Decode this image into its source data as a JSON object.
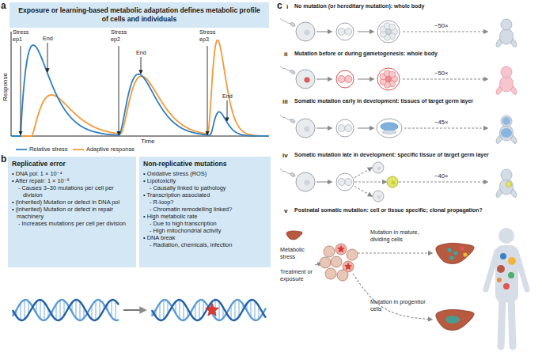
{
  "diagram": {
    "nodes": [
      {
        "text": [
          "Exposure or learning-based metabolic adaptation defines metabolic profile of cells and individuals"
        ]
      },
      {
        "text": [
          "Replicative error",
          "• DNA pol: 1 × 10⁻⁴",
          "• After repair: 1 × 10⁻⁸",
          "- Causes 3–30 mutations per cell per division",
          "• (inherited) Mutation or defect in DNA pol",
          "• (inherited) Mutation or defect in repair machinery",
          "- Increases mutations per cell per division"
        ]
      },
      {
        "text": [
          "Non-replicative mutations",
          "• Oxidative stress (ROS)",
          "• Lipotoxicity",
          "- Causally linked to pathology",
          "• Transcription associated",
          "- R-loop?",
          "- Chromatin remodelling linked?",
          "• High metabolic rate",
          "- Due to high transcription",
          "- High mitochondrial activity",
          "• DNA break",
          "- Radiation, chemicals, infection"
        ]
      }
    ],
    "labels": [
      "a",
      "Response",
      "Time",
      "Stress ep1",
      "End",
      "Stress ep2",
      "End",
      "Stress ep3",
      "End",
      "b",
      "c",
      "i",
      "No mutation (or hereditary mutation): whole body",
      "~50×",
      "ii",
      "Mutation before or during gametogenesis: whole body",
      "~50×",
      "iii",
      "Somatic mutation early in development: tissues of target germ layer",
      "~45×",
      "iv",
      "Somatic mutation late in development: specific tissue of target germ layer",
      "~40×",
      "v",
      "Postnatal somatic mutation: cell or tissue specific; clonal propagation?",
      "Metabolic stress",
      "Treatment or exposure",
      "Mutation in mature, dividing cells",
      "Mutation in progenitor cells"
    ],
    "legend": [
      {
        "text": "Relative stress"
      },
      {
        "text": "Adaptive response"
      }
    ]
  }
}
